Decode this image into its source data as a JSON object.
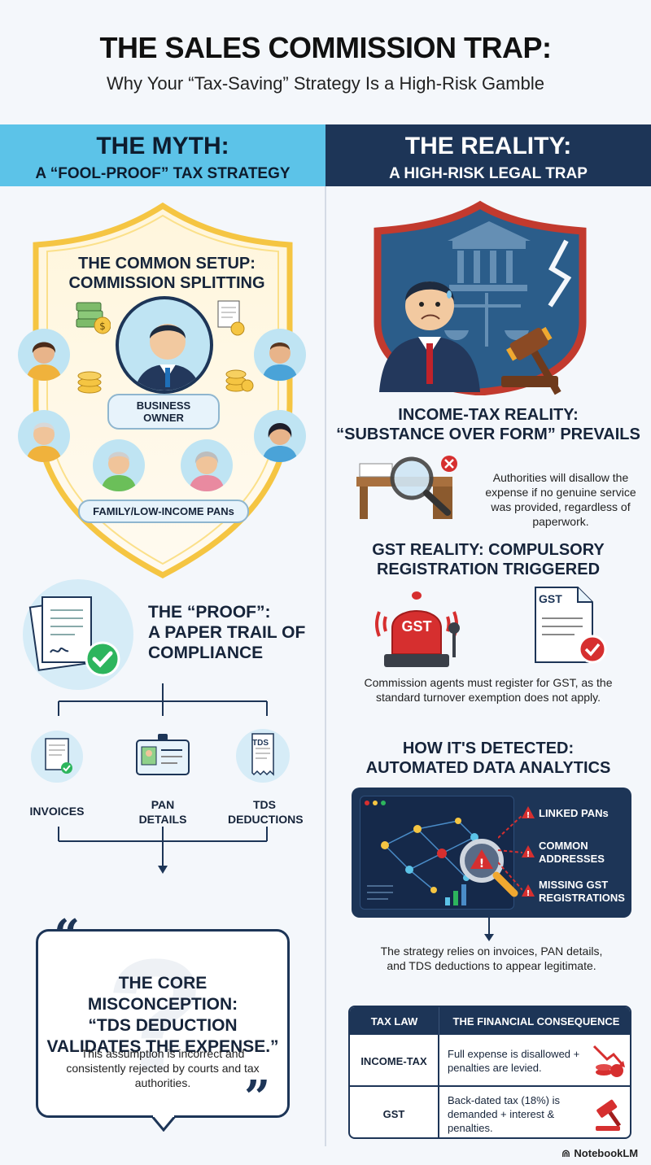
{
  "header": {
    "title": "THE SALES COMMISSION TRAP:",
    "subtitle": "Why Your “Tax-Saving” Strategy Is a High-Risk Gamble"
  },
  "myth": {
    "title": "THE MYTH:",
    "subtitle": "A “FOOL-PROOF” TAX STRATEGY",
    "setup_title_1": "THE COMMON SETUP:",
    "setup_title_2": "COMMISSION SPLITTING",
    "owner_label": "BUSINESS OWNER",
    "family_label": "FAMILY/LOW-INCOME PANs",
    "proof_title_1": "THE “PROOF”:",
    "proof_title_2": "A PAPER TRAIL OF",
    "proof_title_3": "COMPLIANCE",
    "documents": [
      {
        "label_1": "INVOICES",
        "label_2": ""
      },
      {
        "label_1": "PAN",
        "label_2": "DETAILS"
      },
      {
        "label_1": "TDS",
        "label_2": "DEDUCTIONS"
      }
    ],
    "tds_tag": "TDS",
    "misconception_title_1": "THE CORE MISCONCEPTION:",
    "misconception_title_2": "“TDS DEDUCTION",
    "misconception_title_3": "VALIDATES THE EXPENSE.”",
    "misconception_body": "This assumption is incorrect and consistently rejected by courts and tax authorities.",
    "open_quote": "“",
    "close_quote": "”"
  },
  "reality": {
    "title": "THE REALITY:",
    "subtitle": "A HIGH-RISK LEGAL TRAP",
    "income_tax_title_1": "INCOME-TAX REALITY:",
    "income_tax_title_2": "“SUBSTANCE OVER FORM” PREVAILS",
    "income_tax_body": "Authorities will disallow the expense if no genuine service was provided, regardless of paperwork.",
    "gst_title_1": "GST REALITY: COMPULSORY",
    "gst_title_2": "REGISTRATION TRIGGERED",
    "gst_siren_label": "GST",
    "gst_doc_label": "GST",
    "gst_body": "Commission agents must register for GST, as the standard turnover exemption does not apply.",
    "detect_title_1": "HOW IT'S DETECTED:",
    "detect_title_2": "AUTOMATED DATA ANALYTICS",
    "alerts": [
      {
        "line_1": "LINKED PANs",
        "line_2": ""
      },
      {
        "line_1": "COMMON",
        "line_2": "ADDRESSES"
      },
      {
        "line_1": "MISSING GST",
        "line_2": "REGISTRATIONS"
      }
    ],
    "detect_body": "The strategy relies on invoices, PAN details, and TDS deductions to appear legitimate.",
    "table": {
      "headers": [
        "TAX LAW",
        "THE FINANCIAL CONSEQUENCE"
      ],
      "rows": [
        {
          "law": "INCOME-TAX",
          "consequence": "Full expense is disallowed + penalties are levied."
        },
        {
          "law": "GST",
          "consequence": "Back-dated tax (18%) is demanded + interest & penalties."
        }
      ]
    }
  },
  "brand": "NotebookLM",
  "colors": {
    "myth_accent": "#5cc3e8",
    "reality_accent": "#1d3557",
    "alert_red": "#d62f2f",
    "success_green": "#2db55d",
    "shield_gold": "#f5c542"
  }
}
